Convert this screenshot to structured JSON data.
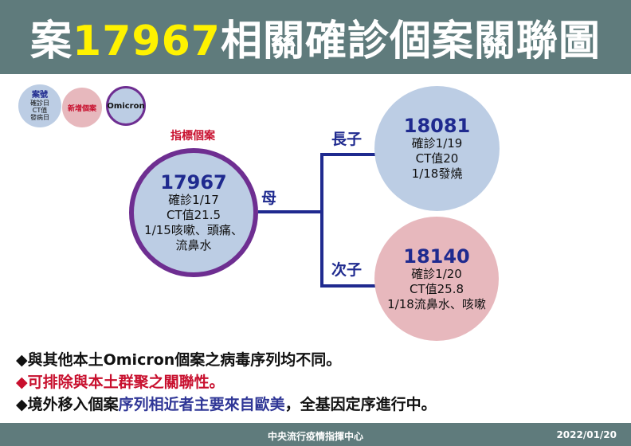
{
  "header": {
    "title_prefix": "案",
    "title_case": "17967",
    "title_suffix": "相關確診個案關聯圖"
  },
  "legend": [
    {
      "lines": [
        "案號",
        "確診日",
        "CT值",
        "發病日"
      ],
      "style": "case-info",
      "color": "#bccde4"
    },
    {
      "label": "新增個案",
      "style": "new-case",
      "color": "#e7b8bd"
    },
    {
      "label": "Omicron",
      "style": "omicron",
      "border_color": "#6e2e91"
    }
  ],
  "index_case": {
    "label": "指標個案",
    "id": "17967",
    "confirmed": "確診1/17",
    "ct": "CT值21.5",
    "symptoms_1": "1/15咳嗽、頭痛、",
    "symptoms_2": "流鼻水",
    "relation": "母"
  },
  "contacts": [
    {
      "relation": "長子",
      "id": "18081",
      "confirmed": "確診1/19",
      "ct": "CT值20",
      "symptoms": "1/18發燒",
      "color": "#bccde4"
    },
    {
      "relation": "次子",
      "id": "18140",
      "confirmed": "確診1/20",
      "ct": "CT值25.8",
      "symptoms": "1/18流鼻水、咳嗽",
      "color": "#e7b8bd"
    }
  ],
  "notes": [
    {
      "text": "◆與其他本土Omicron個案之病毒序列均不同。"
    },
    {
      "text": "◆可排除與本土群聚之關聯性。",
      "color": "#c8102e"
    },
    {
      "prefix": "◆境外移入個案",
      "highlight": "序列相近者主要來自歐美",
      "suffix": "，全基因定序進行中。"
    }
  ],
  "footer": {
    "org": "中央流行疫情指揮中心",
    "date": "2022/01/20"
  },
  "colors": {
    "header_bg": "#5f7b7c",
    "title_highlight": "#fff200",
    "navy": "#1f2a8f",
    "purple": "#6e2e91",
    "red": "#c8102e",
    "blue_fill": "#bccde4",
    "pink_fill": "#e7b8bd"
  }
}
